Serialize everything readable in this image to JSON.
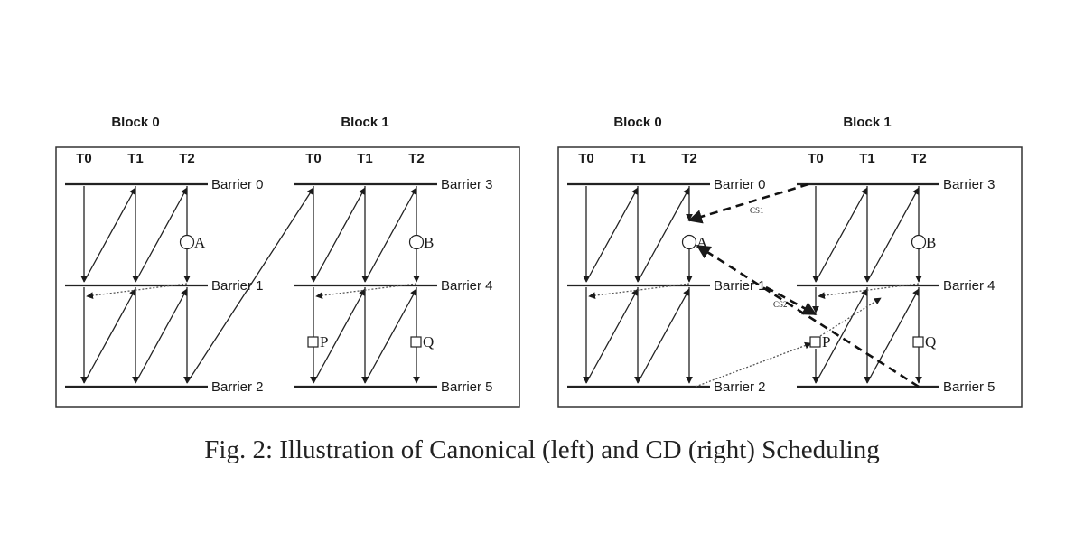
{
  "caption": "Fig. 2: Illustration of Canonical (left) and CD (right) Scheduling",
  "panels": {
    "left": {
      "blocks": [
        "Block 0",
        "Block 1"
      ],
      "threads": [
        "T0",
        "T1",
        "T2"
      ],
      "barriers_block0": [
        "Barrier 0",
        "Barrier 1",
        "Barrier 2"
      ],
      "barriers_block1": [
        "Barrier 3",
        "Barrier 4",
        "Barrier 5"
      ],
      "markers": {
        "a": "A",
        "b": "B",
        "p": "P",
        "q": "Q"
      }
    },
    "right": {
      "blocks": [
        "Block 0",
        "Block 1"
      ],
      "threads": [
        "T0",
        "T1",
        "T2"
      ],
      "barriers_block0": [
        "Barrier 0",
        "Barrier 1",
        "Barrier 2"
      ],
      "barriers_block1": [
        "Barrier 3",
        "Barrier 4",
        "Barrier 5"
      ],
      "markers": {
        "a": "A",
        "b": "B",
        "p": "P",
        "q": "Q"
      },
      "context_switches": [
        "CS1",
        "CS2"
      ]
    }
  }
}
